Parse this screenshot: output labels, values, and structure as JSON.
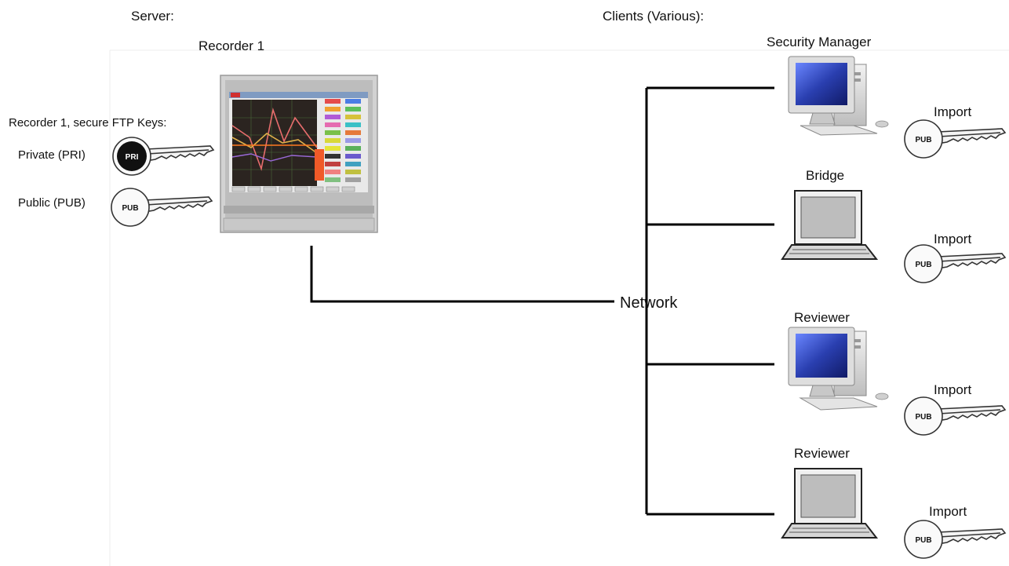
{
  "headings": {
    "server": "Server:",
    "clients": "Clients (Various):"
  },
  "recorder": {
    "title": "Recorder 1",
    "keys_heading": "Recorder 1, secure FTP Keys:",
    "private_label": "Private (PRI)",
    "public_label": "Public (PUB)",
    "private_tag": "PRI",
    "public_tag": "PUB"
  },
  "network": {
    "label": "Network"
  },
  "clients": [
    {
      "name": "Security Manager",
      "device": "desktop-pc",
      "import_label": "Import",
      "key_tag": "PUB"
    },
    {
      "name": "Bridge",
      "device": "laptop",
      "import_label": "Import",
      "key_tag": "PUB"
    },
    {
      "name": "Reviewer",
      "device": "desktop-pc",
      "import_label": "Import",
      "key_tag": "PUB"
    },
    {
      "name": "Reviewer",
      "device": "laptop",
      "import_label": "Import",
      "key_tag": "PUB"
    }
  ],
  "colors": {
    "wire": "#000000",
    "screen_blue": "#2a3fb0",
    "chart_bg": "#2b2420",
    "frame_grey": "#c9c9c9"
  }
}
